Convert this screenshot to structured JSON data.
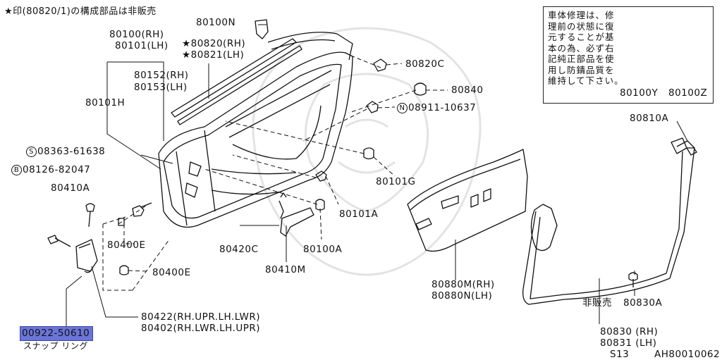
{
  "header_note": "★印(80820/1)の構成部品は非販売",
  "labels": {
    "p80100N": "80100N",
    "p80100_rh": "80100(RH)",
    "p80101_lh": "80101(LH)",
    "p80820_rh": "★80820(RH)",
    "p80821_lh": "★80821(LH)",
    "p80152_rh": "80152(RH)",
    "p80153_lh": "80153(LH)",
    "p80101H": "80101H",
    "p80820C": "80820C",
    "p80840": "80840",
    "p08911": "08911-10637",
    "p08363": "08363-61638",
    "p08126": "08126-82047",
    "p80410A": "80410A",
    "p80101G": "80101G",
    "p80101A": "80101A",
    "p80400E_1": "80400E",
    "p80400E_2": "80400E",
    "p80420C": "80420C",
    "p80100A": "80100A",
    "p80410M": "80410M",
    "p80422": "80422(RH.UPR.LH.LWR)",
    "p80402": "80402(RH.LWR.LH.UPR)",
    "p00922": "00922-50610",
    "snap_ring": "スナップ リング",
    "p80880M": "80880M(RH)",
    "p80880N": "80880N(LH)",
    "p80810A": "80810A",
    "not_for_sale": "非販売",
    "p80830A": "80830A",
    "p80830_rh": "80830 (RH)",
    "p80831_lh": "80831 (LH)",
    "model": "S13",
    "diagram_code": "AH80010062"
  },
  "symbols": {
    "S": "S",
    "B": "B",
    "N": "N"
  },
  "note_box": {
    "text": "車体修理は、修\n理前の状態に復\n元することが基\n本の為、必ず右\n記純正部品を使\n用し防錆品質を\n維持して下さい。",
    "label_y": "80100Y",
    "label_z": "80100Z"
  },
  "highlight_color": "#6b74d8"
}
